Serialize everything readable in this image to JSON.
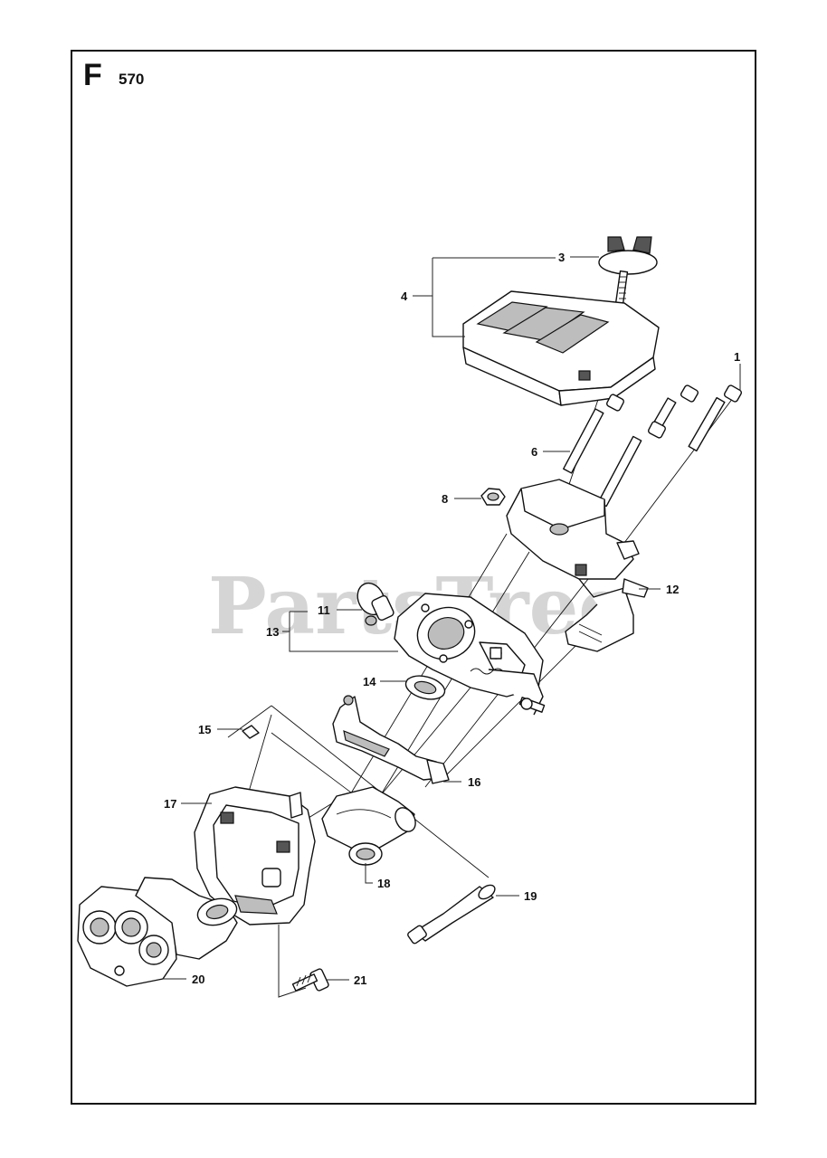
{
  "header": {
    "section_letter": "F",
    "model_number": "570"
  },
  "watermark": {
    "text": "PartsTree"
  },
  "callouts": [
    {
      "id": "1",
      "label": "1"
    },
    {
      "id": "3",
      "label": "3"
    },
    {
      "id": "4",
      "label": "4"
    },
    {
      "id": "6",
      "label": "6"
    },
    {
      "id": "8",
      "label": "8"
    },
    {
      "id": "11",
      "label": "11"
    },
    {
      "id": "12",
      "label": "12"
    },
    {
      "id": "13",
      "label": "13"
    },
    {
      "id": "14",
      "label": "14"
    },
    {
      "id": "15",
      "label": "15"
    },
    {
      "id": "16",
      "label": "16"
    },
    {
      "id": "17",
      "label": "17"
    },
    {
      "id": "18",
      "label": "18"
    },
    {
      "id": "19",
      "label": "19"
    },
    {
      "id": "20",
      "label": "20"
    },
    {
      "id": "21",
      "label": "21"
    }
  ],
  "colors": {
    "line": "#111111",
    "watermark": "#c8c8c8",
    "background": "#ffffff"
  }
}
